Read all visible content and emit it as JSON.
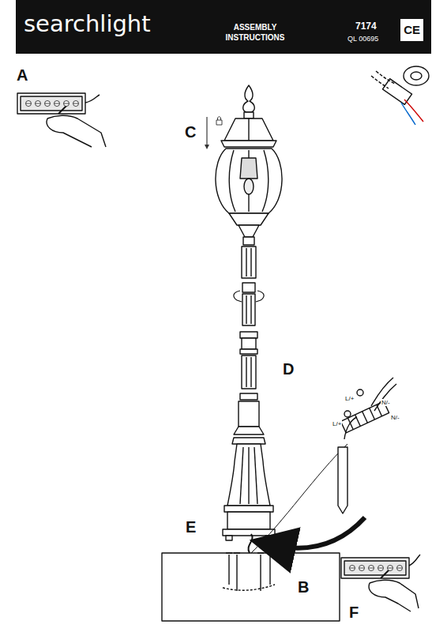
{
  "diagram": {
    "nodes": [
      {
        "text": [
          "searchlight",
          "ASSEMBLY INSTRUCTIONS",
          "7174",
          "QL 00695"
        ]
      },
      {
        "text": [
          "CE"
        ],
        "in": 0
      }
    ],
    "labels": [
      "A",
      "C",
      "D",
      "E",
      "B",
      "F",
      "L/+",
      "N/-",
      "L/+",
      "N/-"
    ]
  }
}
